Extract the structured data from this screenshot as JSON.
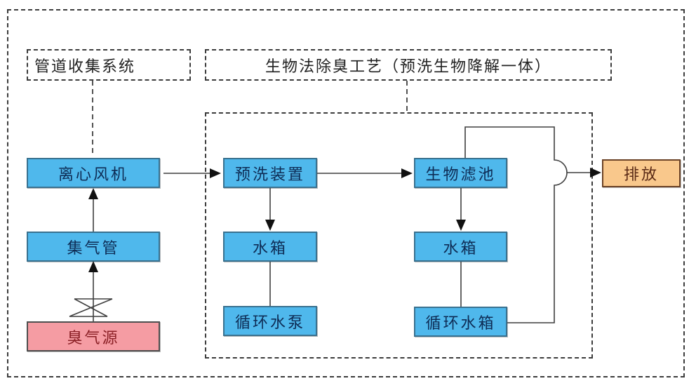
{
  "diagram": {
    "groups": {
      "pipeline_system_label": "管道收集系统",
      "process_label": "生物法除臭工艺（预洗生物降解一体）"
    },
    "nodes": {
      "odor_source": "臭气源",
      "gas_collection_pipe": "集气管",
      "centrifugal_fan": "离心风机",
      "prewash_unit": "预洗装置",
      "prewash_water_tank": "水箱",
      "circulating_water_pump": "循环水泵",
      "biofilter": "生物滤池",
      "biofilter_water_tank": "水箱",
      "circulating_water_tank": "循环水箱",
      "discharge": "排放"
    },
    "colors": {
      "node_fill": "#4fb8ec",
      "node_border": "#39718f",
      "node_text": "#0e2c55",
      "source_fill": "#f59ca3",
      "source_border": "#4f4f4f",
      "source_text": "#8b2026",
      "discharge_fill": "#f9c88c",
      "discharge_border": "#6b4226",
      "discharge_text": "#5a2a16",
      "line_color": "#3f3f3f",
      "arrow_color": "#111111"
    }
  }
}
